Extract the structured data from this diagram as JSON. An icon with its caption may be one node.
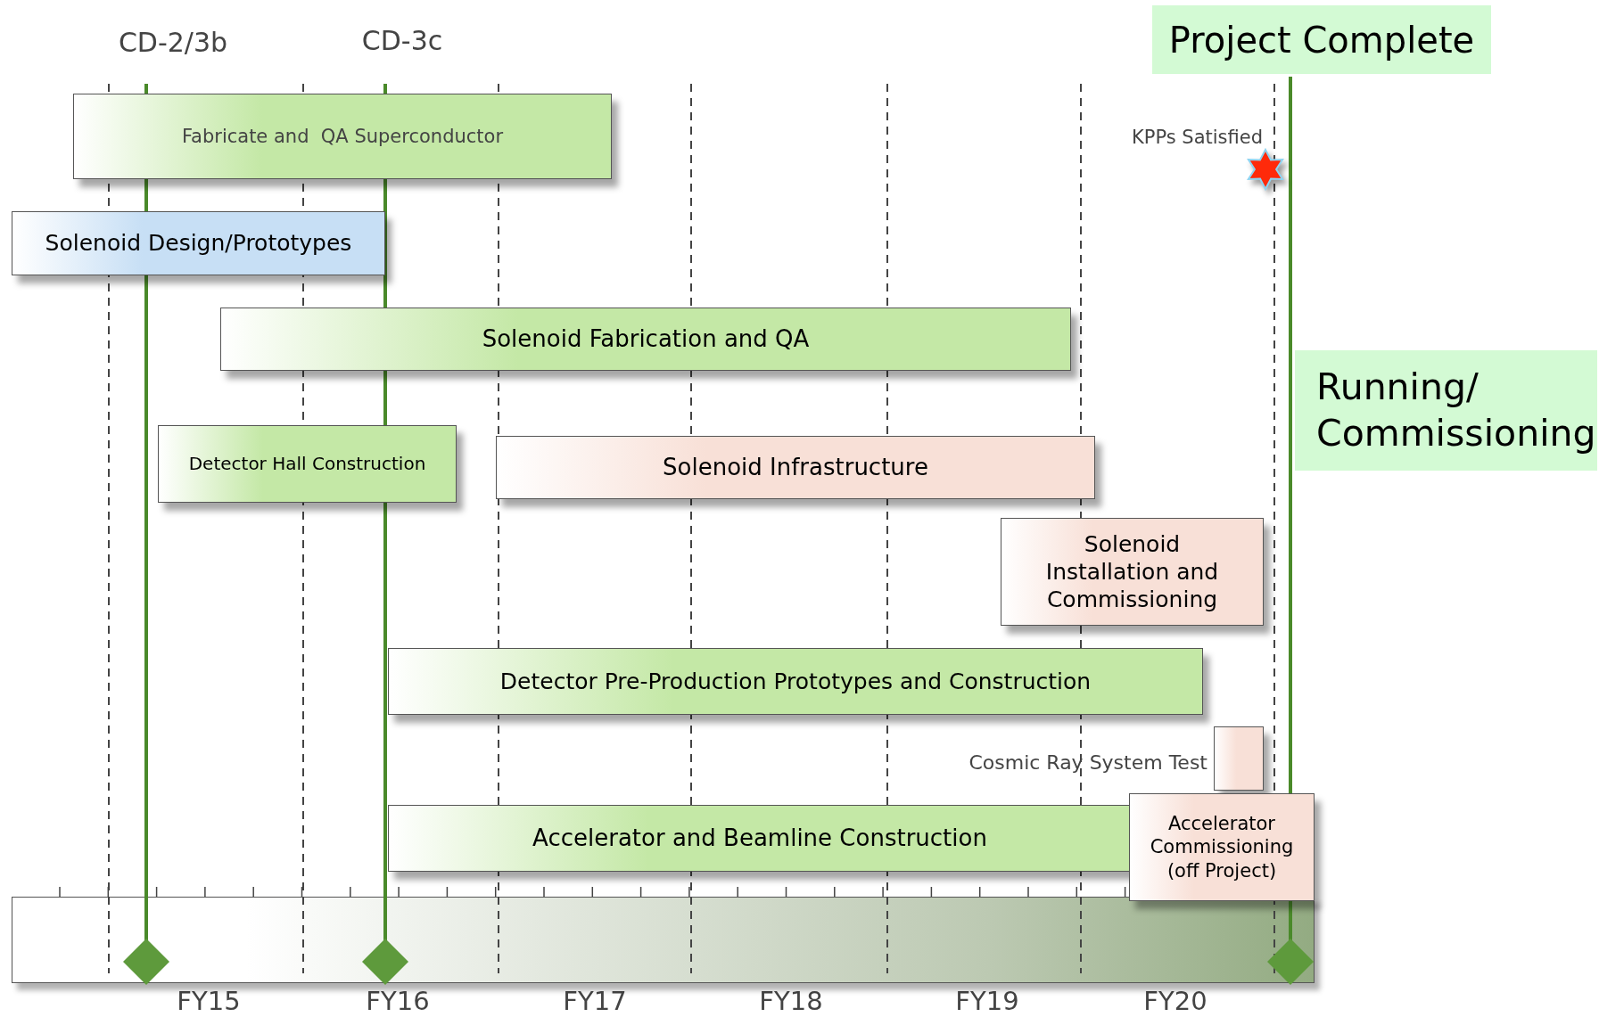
{
  "diagram": {
    "nodes": [
      {
        "text": [
          "Project Complete"
        ]
      },
      {
        "text": [
          "Fabricate and  QA Superconductor"
        ]
      },
      {
        "text": [],
        "shape": "star",
        "beside": [
          "KPPs Satisfied"
        ]
      },
      {
        "text": [
          "Solenoid Design/Prototypes"
        ]
      },
      {
        "text": [
          "Solenoid Fabrication and QA"
        ]
      },
      {
        "text": [
          "Running/ Commissioning"
        ]
      },
      {
        "text": [
          "Detector Hall Construction"
        ]
      },
      {
        "text": [
          "Solenoid Infrastructure"
        ]
      },
      {
        "text": [
          "Solenoid Installation and Commissioning"
        ]
      },
      {
        "text": [
          "Detector Pre-Production Prototypes and Construction"
        ]
      },
      {
        "text": [],
        "shape": "box",
        "beside": [
          "Cosmic Ray System Test"
        ]
      },
      {
        "text": [
          "Accelerator and Beamline Construction"
        ]
      },
      {
        "text": [
          "Accelerator Commissioning (off Project)"
        ]
      },
      {
        "text": [],
        "shape": "bar"
      }
    ],
    "labels": [
      "CD-2/3b",
      "CD-3c",
      "FY15",
      "FY16",
      "FY17",
      "FY18",
      "FY19",
      "FY20"
    ]
  }
}
